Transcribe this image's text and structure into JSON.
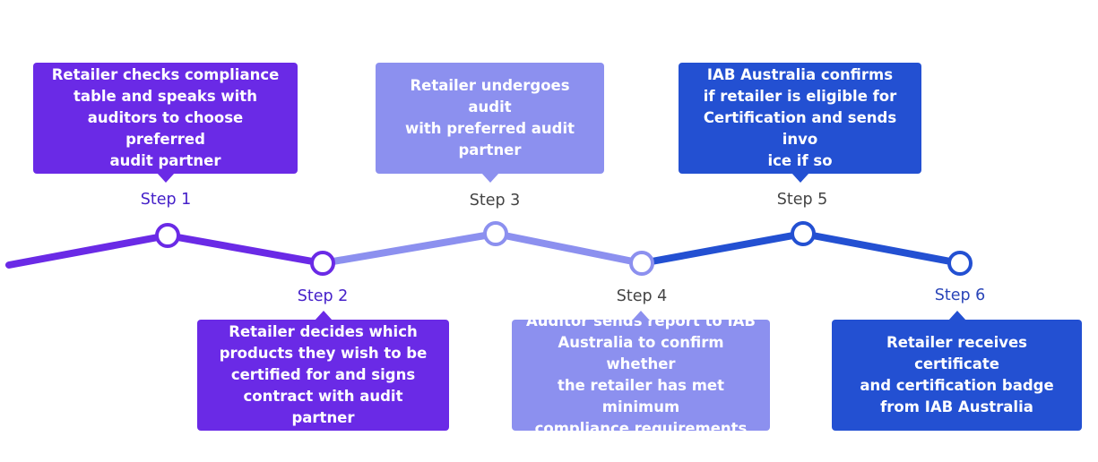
{
  "colors": {
    "purple": "#6a2ae6",
    "lavender": "#8c90ef",
    "blue": "#2350d2",
    "label_purple": "#4520c9",
    "label_gray": "#444444",
    "label_blue": "#2a45b8"
  },
  "steps": [
    {
      "label": "Step 1",
      "text": "Retailer checks compliance\ntable and speaks with\nauditors to choose preferred\naudit partner"
    },
    {
      "label": "Step 2",
      "text": "Retailer decides which\nproducts they wish to be\ncertified for and signs\ncontract with audit partner"
    },
    {
      "label": "Step 3",
      "text": "Retailer undergoes audit\nwith preferred audit\npartner"
    },
    {
      "label": "Step 4",
      "text": "Auditor sends report to IAB\nAustralia to confirm whether\nthe retailer has met minimum\ncompliance requirements"
    },
    {
      "label": "Step 5",
      "text": "IAB Australia confirms\nif retailer is eligible for\nCertification and sends invo\nice if so"
    },
    {
      "label": "Step 6",
      "text": "Retailer receives certificate\nand certification badge\nfrom IAB Australia"
    }
  ]
}
